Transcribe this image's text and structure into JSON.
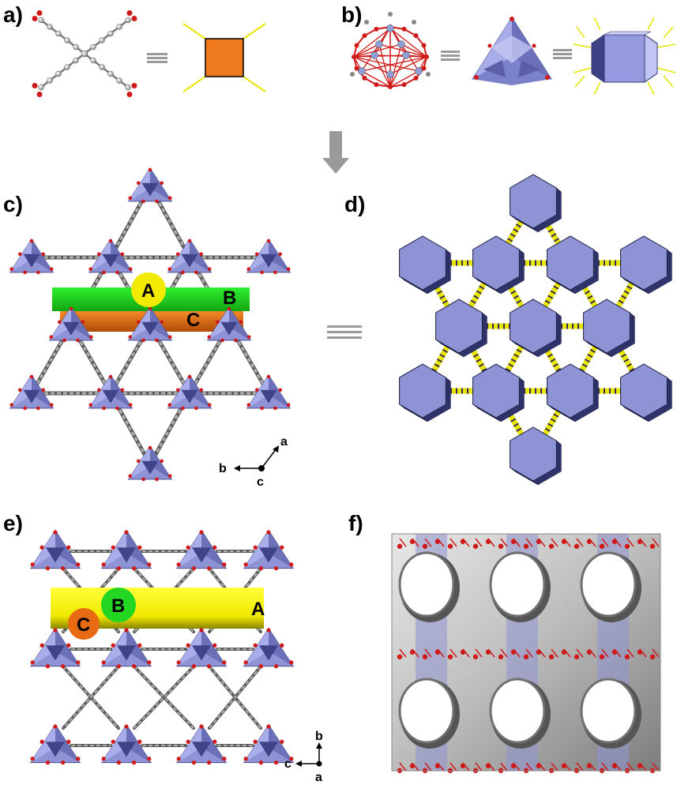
{
  "panels": {
    "a": "a)",
    "b": "b)",
    "c": "c)",
    "d": "d)",
    "e": "e)",
    "f": "f)"
  },
  "channels_c": {
    "A": "A",
    "B": "B",
    "C": "C"
  },
  "channels_e": {
    "A": "A",
    "B": "B",
    "C": "C"
  },
  "axes_c": {
    "b": "b",
    "a": "a",
    "c": "c"
  },
  "axes_e": {
    "c": "c",
    "b": "b",
    "a": "a"
  },
  "colors": {
    "sbu": "#8e93d6",
    "sbu_dark": "#4a4f8f",
    "linker": "#6e6e6e",
    "oxygen": "#d01a1a",
    "edge": "#e6e600",
    "channel_A": "#f2ea00",
    "channel_B": "#22d622",
    "channel_C": "#e86a12",
    "square": "#f07a1e",
    "arrow": "#9a9a9a"
  }
}
